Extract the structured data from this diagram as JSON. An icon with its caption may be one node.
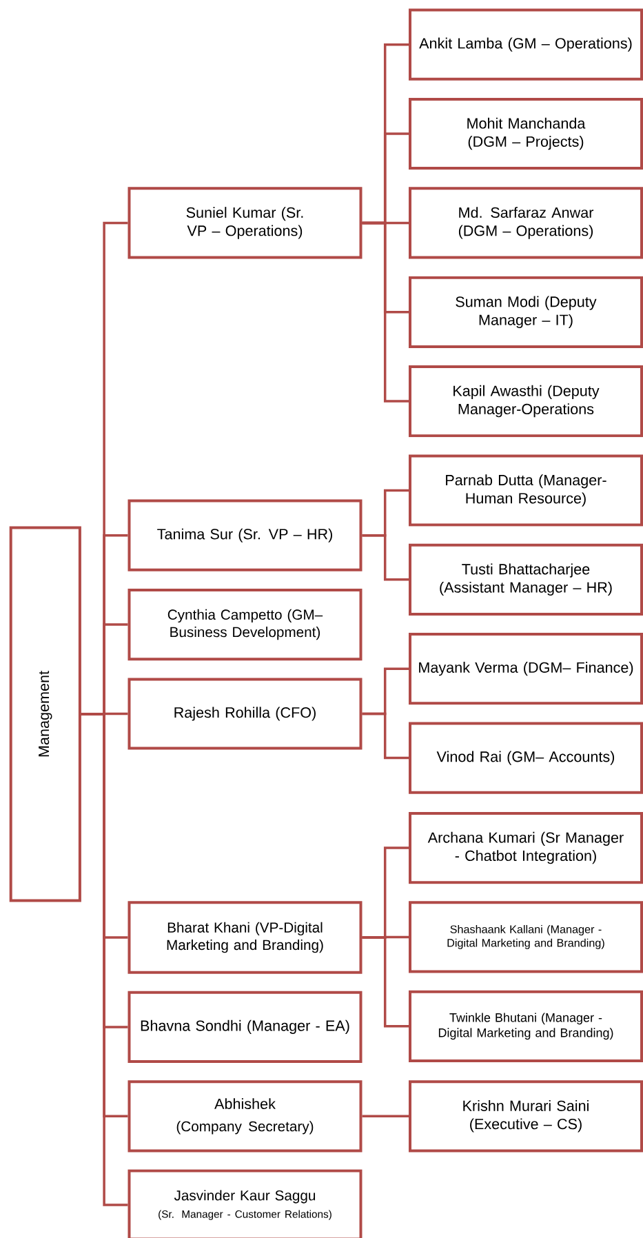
{
  "diagram": {
    "nodes": [
      {
        "text": [
          "Management"
        ]
      },
      {
        "text": [
          "Suniel Kumar (Sr. VP – Operations)"
        ]
      },
      {
        "text": [
          "Ankit Lamba (GM – Operations)"
        ]
      },
      {
        "text": [
          "Mohit Manchanda (DGM – Projects)"
        ]
      },
      {
        "text": [
          "Md. Sarfaraz Anwar (DGM – Operations)"
        ]
      },
      {
        "text": [
          "Suman Modi (Deputy Manager – IT)"
        ]
      },
      {
        "text": [
          "Kapil Awasthi (Deputy Manager-Operations"
        ]
      },
      {
        "text": [
          "Tanima Sur  (Sr. VP – HR)"
        ]
      },
      {
        "text": [
          "Parnab Dutta (Manager- Human Resource)"
        ]
      },
      {
        "text": [
          "Tusti Bhattacharjee (Assistant Manager – HR)"
        ]
      },
      {
        "text": [
          "Cynthia Campetto    (GM– Business Development)"
        ]
      },
      {
        "text": [
          "Rajesh Rohilla (CFO)"
        ]
      },
      {
        "text": [
          "Mayank Verma (DGM– Finance)"
        ]
      },
      {
        "text": [
          "Vinod Rai (GM– Accounts)"
        ]
      },
      {
        "text": [
          "Bharat Khani  (VP-Digital Marketing and Branding)"
        ]
      },
      {
        "text": [
          "Archana Kumari (Sr Manager - Chatbot Integration)"
        ]
      },
      {
        "text": [
          "Shashaank Kallani (Manager - Digital Marketing and Branding)"
        ]
      },
      {
        "text": [
          "Twinkle Bhutani (Manager - Digital Marketing and Branding)"
        ]
      },
      {
        "text": [
          "Bhavna Sondhi (Manager - EA)"
        ]
      },
      {
        "text": [
          "Abhishek",
          "(Company Secretary)"
        ]
      },
      {
        "text": [
          "Krishn Murari Saini (Executive – CS)"
        ]
      },
      {
        "text": [
          "Jasvinder Kaur Saggu",
          "(Sr. Manager - Customer Relations)"
        ]
      }
    ],
    "edges": [
      {
        "from": 0,
        "to": 1,
        "arrow": "none"
      },
      {
        "from": 1,
        "to": 2,
        "arrow": "none"
      },
      {
        "from": 1,
        "to": 3,
        "arrow": "none"
      },
      {
        "from": 1,
        "to": 4,
        "arrow": "none"
      },
      {
        "from": 1,
        "to": 5,
        "arrow": "none"
      },
      {
        "from": 1,
        "to": 6,
        "arrow": "none"
      },
      {
        "from": 0,
        "to": 7,
        "arrow": "none"
      },
      {
        "from": 7,
        "to": 8,
        "arrow": "none"
      },
      {
        "from": 7,
        "to": 9,
        "arrow": "none"
      },
      {
        "from": 0,
        "to": 10,
        "arrow": "none"
      },
      {
        "from": 0,
        "to": 11,
        "arrow": "none"
      },
      {
        "from": 11,
        "to": 12,
        "arrow": "none"
      },
      {
        "from": 11,
        "to": 13,
        "arrow": "none"
      },
      {
        "from": 0,
        "to": 14,
        "arrow": "none"
      },
      {
        "from": 14,
        "to": 15,
        "arrow": "none"
      },
      {
        "from": 14,
        "to": 16,
        "arrow": "none"
      },
      {
        "from": 14,
        "to": 17,
        "arrow": "none"
      },
      {
        "from": 0,
        "to": 18,
        "arrow": "none"
      },
      {
        "from": 0,
        "to": 19,
        "arrow": "none"
      },
      {
        "from": 19,
        "to": 20,
        "arrow": "none"
      },
      {
        "from": 0,
        "to": 21,
        "arrow": "none"
      }
    ]
  }
}
